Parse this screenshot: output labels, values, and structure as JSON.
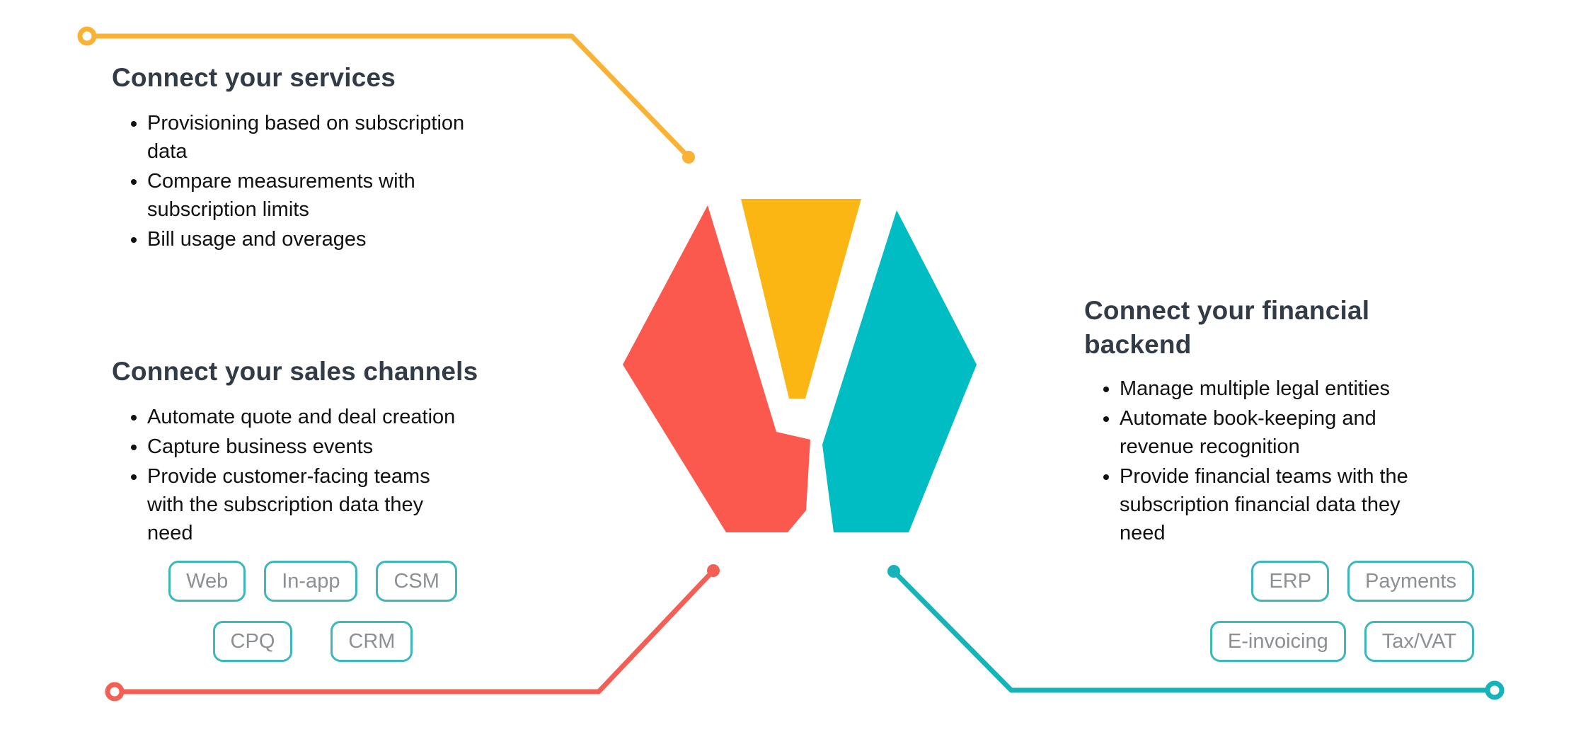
{
  "colors": {
    "connector_yellow": "#F9B233",
    "connector_red": "#F45F55",
    "connector_teal": "#16B3BB",
    "logo_yellow": "#FCB614",
    "logo_red": "#FB594D",
    "logo_teal": "#00BCC3",
    "heading_text": "#333B46",
    "body_text": "#101113",
    "chip_border": "#3CB7BA",
    "chip_text": "#8C9093",
    "background": "#FFFFFF"
  },
  "logo": {
    "name": "hexagon-y-logo"
  },
  "sections": {
    "services": {
      "title": "Connect your services",
      "bullets": [
        "Provisioning based on subscription data",
        "Compare measurements with subscription limits",
        "Bill usage and overages"
      ]
    },
    "sales_channels": {
      "title": "Connect your sales channels",
      "bullets": [
        "Automate quote and deal creation",
        "Capture business events",
        "Provide customer-facing teams with the subscription data they need"
      ],
      "chips": [
        "Web",
        "In-app",
        "CSM",
        "CPQ",
        "CRM"
      ]
    },
    "financial_backend": {
      "title": "Connect your financial backend",
      "bullets": [
        "Manage multiple legal entities",
        "Automate book-keeping and revenue recognition",
        "Provide financial teams with the subscription financial data they need"
      ],
      "chips": [
        "ERP",
        "Payments",
        "E-invoicing",
        "Tax/VAT"
      ]
    }
  }
}
